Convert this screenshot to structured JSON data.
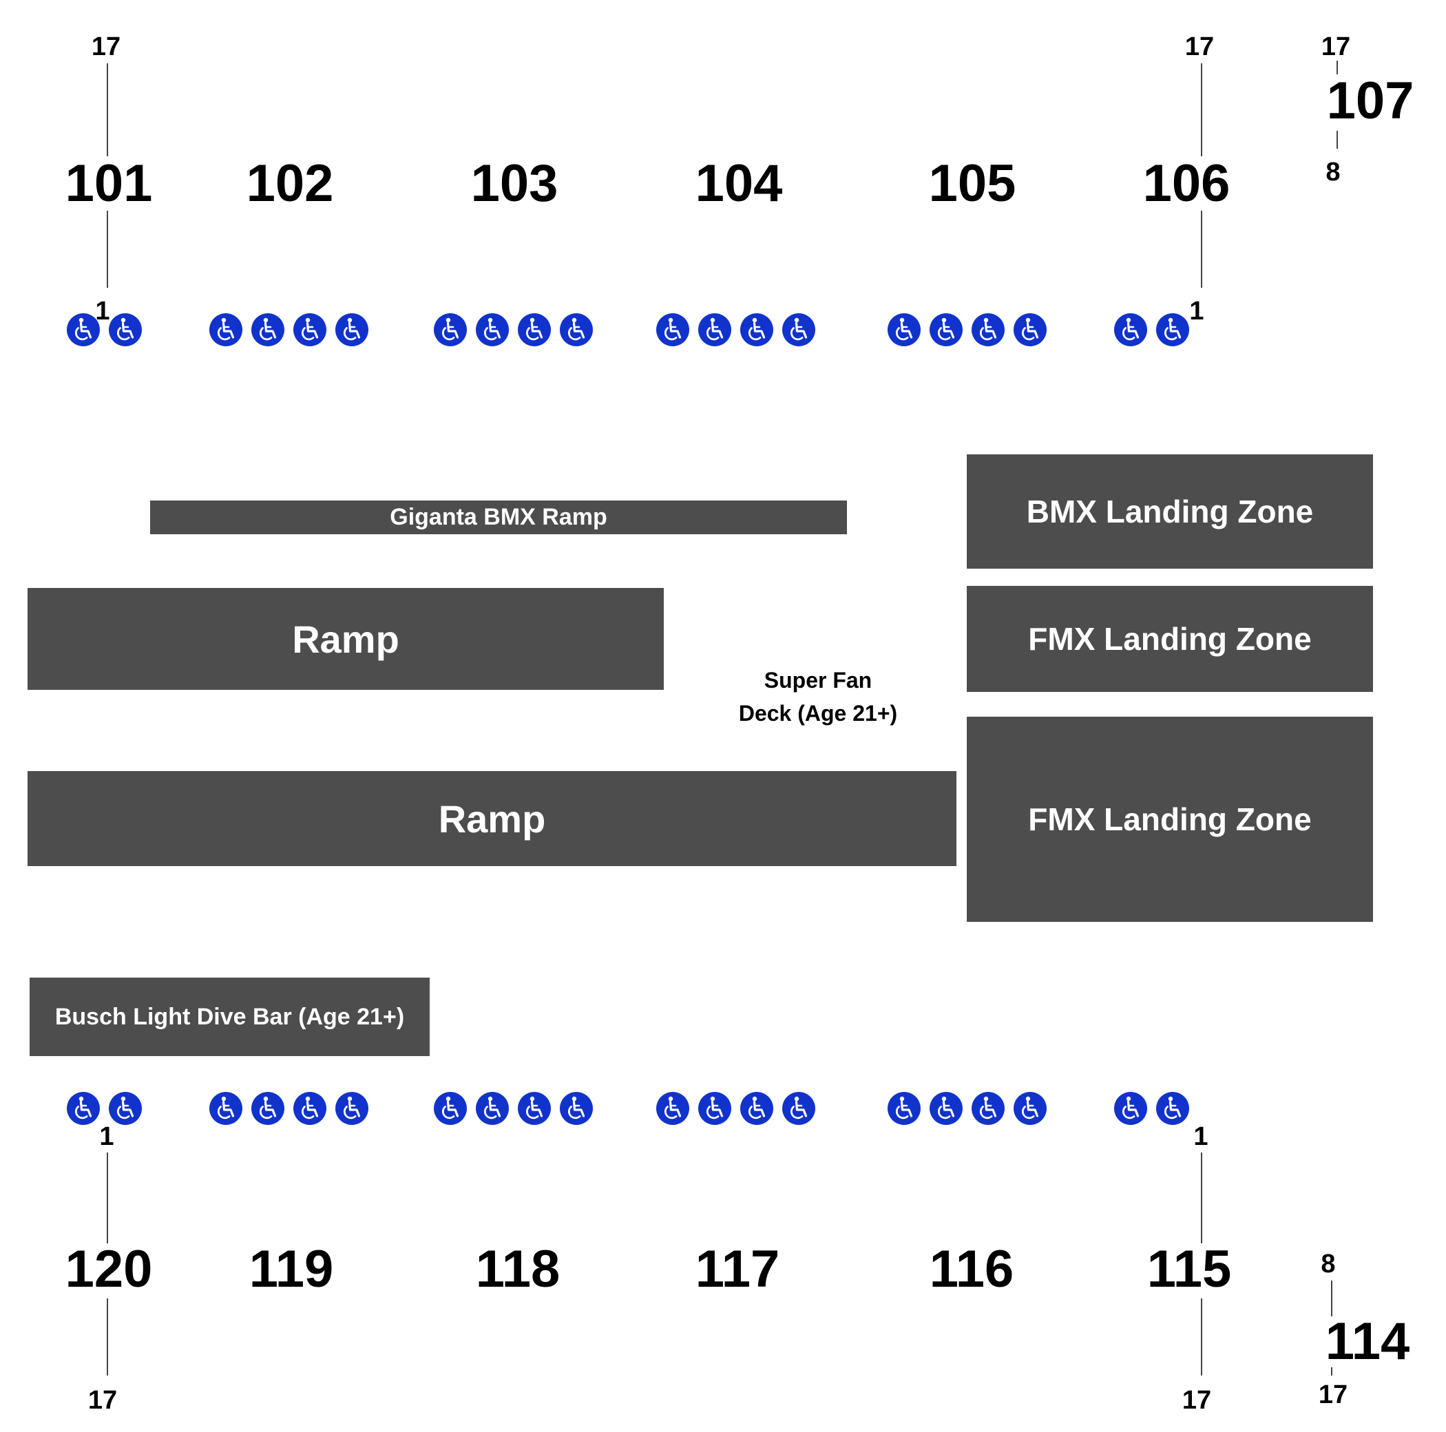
{
  "sections": {
    "top": [
      "101",
      "102",
      "103",
      "104",
      "105",
      "106",
      "107"
    ],
    "bottom": [
      "120",
      "119",
      "118",
      "117",
      "116",
      "115",
      "114"
    ]
  },
  "row_labels": {
    "s101_top": "17",
    "s101_bottom": "1",
    "s106_top": "17",
    "s106_bottom": "1",
    "s107_top": "17",
    "s107_bottom": "8",
    "s120_top": "1",
    "s120_bottom": "17",
    "s115_top": "1",
    "s115_bottom": "17",
    "s114_top": "8",
    "s114_bottom": "17"
  },
  "zones": {
    "giganta": "Giganta BMX Ramp",
    "ramp_upper": "Ramp",
    "ramp_lower": "Ramp",
    "bmx_landing": "BMX Landing Zone",
    "fmx_landing_upper": "FMX Landing Zone",
    "fmx_landing_lower": "FMX Landing Zone",
    "super_fan_line1": "Super Fan",
    "super_fan_line2": "Deck (Age 21+)",
    "busch": "Busch Light Dive Bar (Age 21+)"
  },
  "accessibility": {
    "icon": "wheelchair-icon",
    "color": "#1133cc",
    "groups_per_row": [
      2,
      4,
      4,
      4,
      4,
      2
    ]
  },
  "colors": {
    "zone_fill": "#4d4d4d",
    "zone_text": "#ffffff"
  }
}
